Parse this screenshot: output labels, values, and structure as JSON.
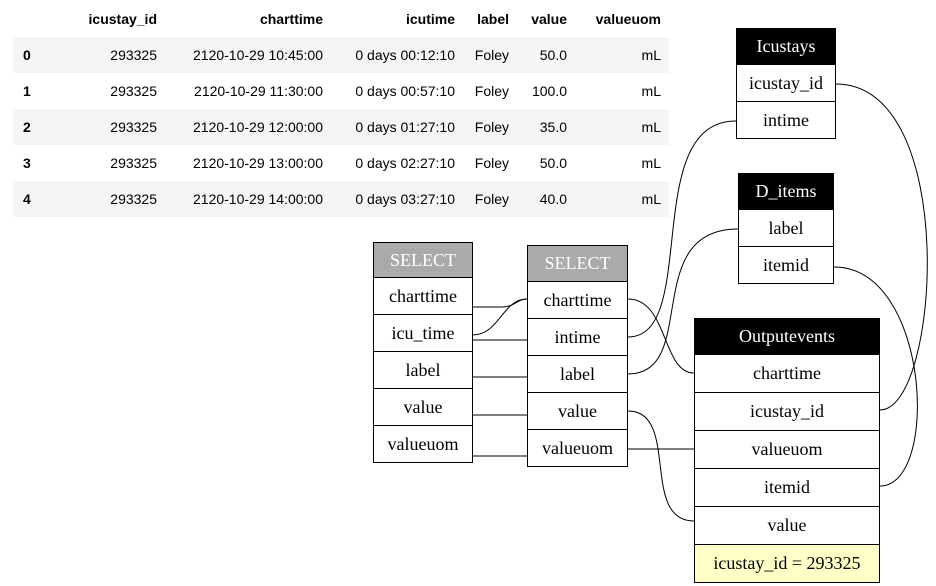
{
  "table": {
    "columns": [
      "",
      "icustay_id",
      "charttime",
      "icutime",
      "label",
      "value",
      "valueuom"
    ],
    "rows": [
      [
        "0",
        "293325",
        "2120-10-29 10:45:00",
        "0 days 00:12:10",
        "Foley",
        "50.0",
        "mL"
      ],
      [
        "1",
        "293325",
        "2120-10-29 11:30:00",
        "0 days 00:57:10",
        "Foley",
        "100.0",
        "mL"
      ],
      [
        "2",
        "293325",
        "2120-10-29 12:00:00",
        "0 days 01:27:10",
        "Foley",
        "35.0",
        "mL"
      ],
      [
        "3",
        "293325",
        "2120-10-29 13:00:00",
        "0 days 02:27:10",
        "Foley",
        "50.0",
        "mL"
      ],
      [
        "4",
        "293325",
        "2120-10-29 14:00:00",
        "0 days 03:27:10",
        "Foley",
        "40.0",
        "mL"
      ]
    ]
  },
  "diagram": {
    "select_outer": {
      "title": "SELECT",
      "fields": [
        "charttime",
        "icu_time",
        "label",
        "value",
        "valueuom"
      ]
    },
    "select_inner": {
      "title": "SELECT",
      "fields": [
        "charttime",
        "intime",
        "label",
        "value",
        "valueuom"
      ]
    },
    "icustays": {
      "title": "Icustays",
      "fields": [
        "icustay_id",
        "intime"
      ]
    },
    "d_items": {
      "title": "D_items",
      "fields": [
        "label",
        "itemid"
      ]
    },
    "outputevents": {
      "title": "Outputevents",
      "fields": [
        "charttime",
        "icustay_id",
        "valueuom",
        "itemid",
        "value"
      ],
      "filter": "icustay_id = 293325"
    }
  }
}
